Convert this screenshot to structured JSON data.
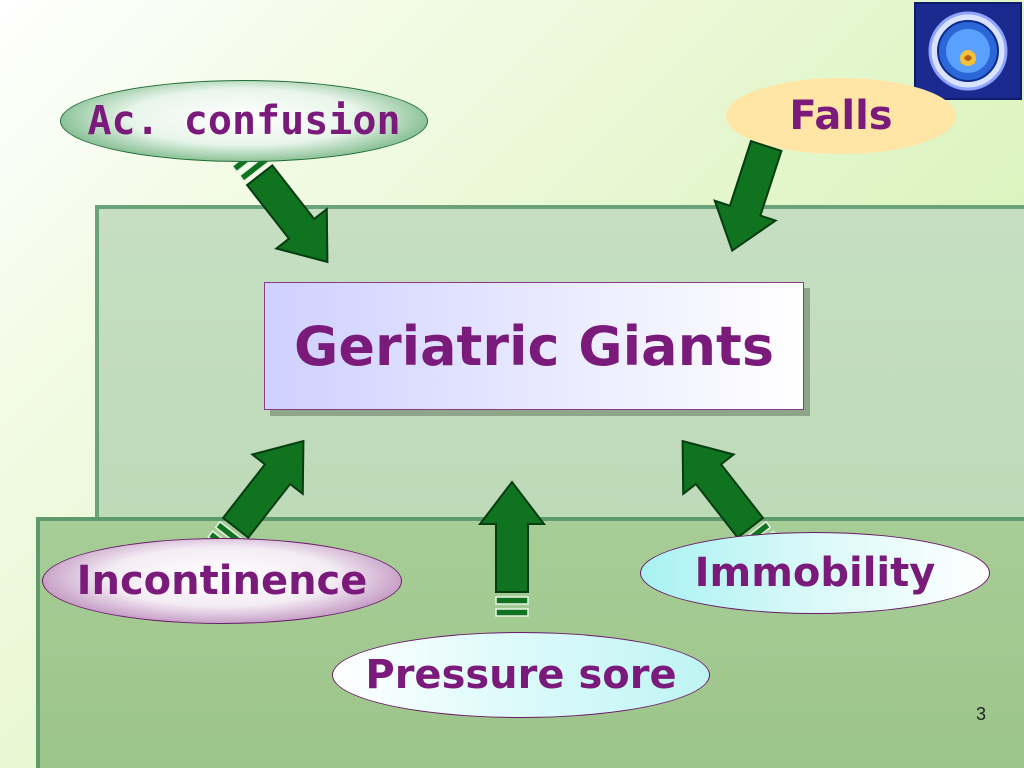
{
  "title": "Geriatric Giants",
  "causes": {
    "acute_confusion": "Ac. confusion",
    "falls": "Falls",
    "incontinence": "Incontinence",
    "immobility": "Immobility",
    "pressure_sore": "Pressure sore"
  },
  "page_number": "3",
  "colors": {
    "arrow_fill": "#0f7320",
    "text": "#7a1a7a"
  }
}
